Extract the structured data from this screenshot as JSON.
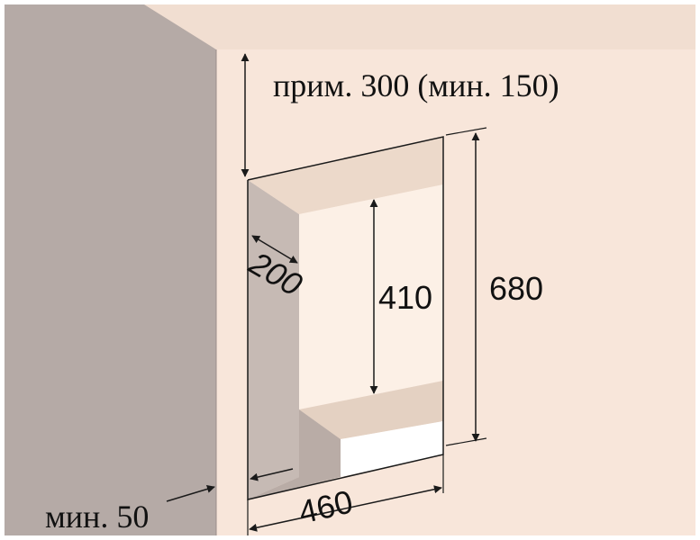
{
  "labels": {
    "top_clearance": "прим. 300 (мин. 150)",
    "depth": "200",
    "inner_height": "410",
    "outer_height": "680",
    "width": "460",
    "side_clearance": "мин. 50"
  },
  "colors": {
    "front_wall": "#f8e6da",
    "side_wall": "#b5aaa6",
    "top_face": "#efdccf",
    "niche_back": "#fcf0e6",
    "niche_left": "#c6bab4",
    "niche_top": "#ecd9ca",
    "shelf_top": "#e4d1c2",
    "shelf_front": "#ffffff",
    "niche_bottom_left": "#b9aca6",
    "line": "#1a1a1a"
  }
}
